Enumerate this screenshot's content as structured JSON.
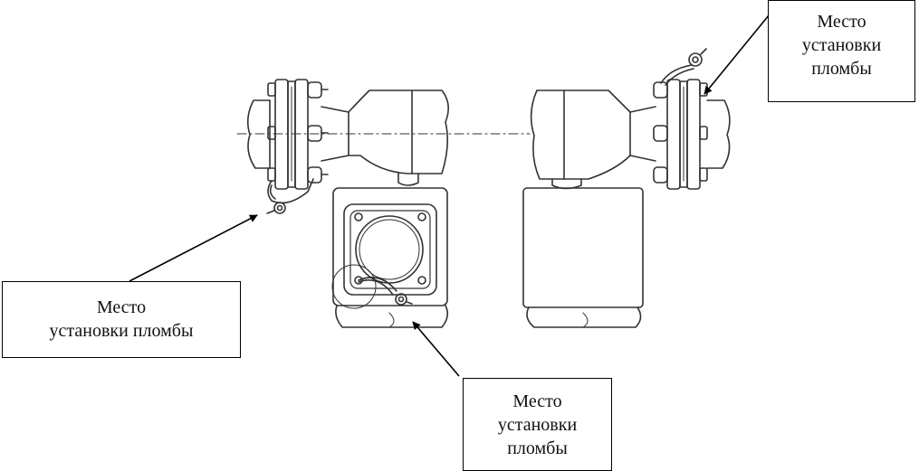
{
  "callouts": {
    "left": {
      "line1": "Место",
      "line2": "установки пломбы"
    },
    "bottom": {
      "line1": "Место",
      "line2": "установки",
      "line3": "пломбы"
    },
    "right": {
      "line1": "Место",
      "line2": "установки",
      "line3": "пломбы"
    }
  }
}
